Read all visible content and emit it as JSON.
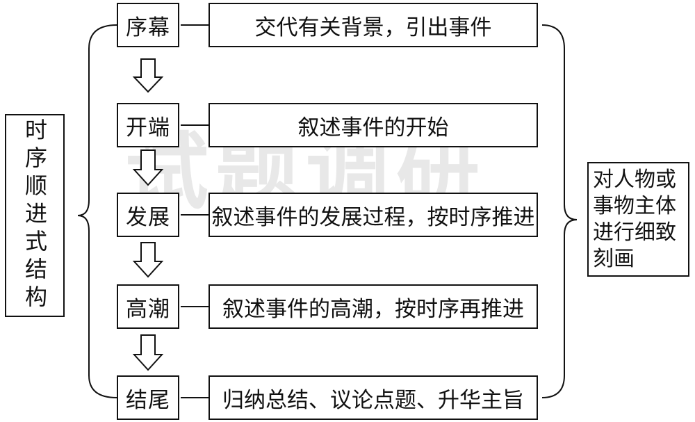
{
  "stages": [
    {
      "label": "序幕",
      "desc": "交代有关背景，引出事件"
    },
    {
      "label": "开端",
      "desc": "叙述事件的开始"
    },
    {
      "label": "发展",
      "desc": "叙述事件的发展过程，按时序推进"
    },
    {
      "label": "高潮",
      "desc": "叙述事件的高潮，按时序再推进"
    },
    {
      "label": "结尾",
      "desc": "归纳总结、议论点题、升华主旨"
    }
  ],
  "left_label": "时序顺进式结构",
  "right_note": "对人物或事物主体进行细致刻画",
  "watermark": "试题调研",
  "colors": {
    "stroke": "#111111",
    "watermark": "#bebebe"
  }
}
